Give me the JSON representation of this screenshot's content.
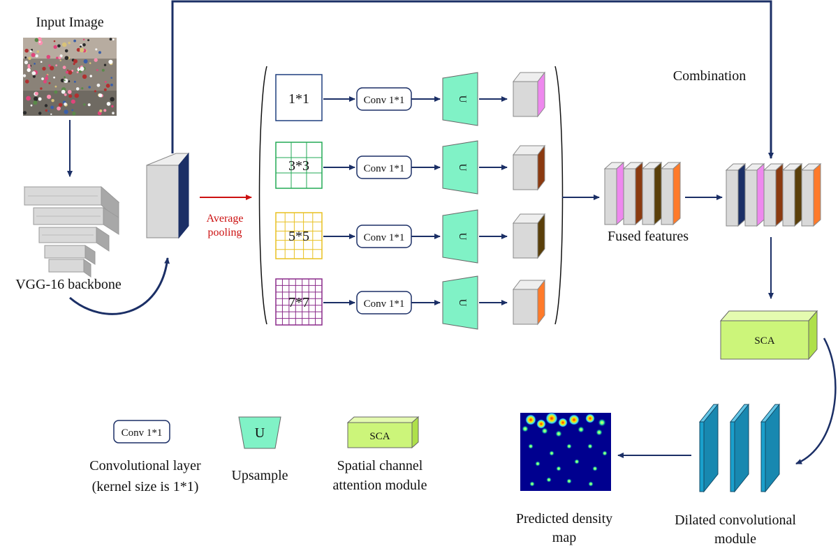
{
  "input": {
    "title": "Input Image"
  },
  "backbone": {
    "label": "VGG-16 backbone"
  },
  "pooling": {
    "line1": "Average",
    "line2": "pooling"
  },
  "branches": [
    {
      "grid": "1*1",
      "conv": "Conv 1*1",
      "upsample": "U",
      "grid_color": "#1f3f7f",
      "feature_color": "#ee88ee"
    },
    {
      "grid": "3*3",
      "conv": "Conv 1*1",
      "upsample": "U",
      "grid_color": "#22aa55",
      "feature_color": "#8b3a10"
    },
    {
      "grid": "5*5",
      "conv": "Conv 1*1",
      "upsample": "U",
      "grid_color": "#e8c020",
      "feature_color": "#5a3f0a"
    },
    {
      "grid": "7*7",
      "conv": "Conv 1*1",
      "upsample": "U",
      "grid_color": "#8a2a8a",
      "feature_color": "#ff7a2a"
    }
  ],
  "fused": {
    "label": "Fused features"
  },
  "combination": {
    "label": "Combination"
  },
  "sca": {
    "label": "SCA"
  },
  "dilated": {
    "line1": "Dilated convolutional",
    "line2": "module"
  },
  "density": {
    "line1": "Predicted density",
    "line2": "map"
  },
  "legend": {
    "conv_box": "Conv 1*1",
    "conv_line1": "Convolutional layer",
    "conv_line2": "(kernel size is 1*1)",
    "upsample_box": "U",
    "upsample_label": "Upsample",
    "sca_box": "SCA",
    "sca_line1": "Spatial channel",
    "sca_line2": "attention module"
  },
  "colors": {
    "arrow": "#1b2f66",
    "pool_arrow": "#cc1111",
    "upsample_fill": "#80f2c6",
    "sca_fill": "#ccf57a",
    "dilated_fill": "#1aa0cc",
    "feature_gray": "#d9d9d9",
    "backbone_accent": "#1b2f66"
  }
}
